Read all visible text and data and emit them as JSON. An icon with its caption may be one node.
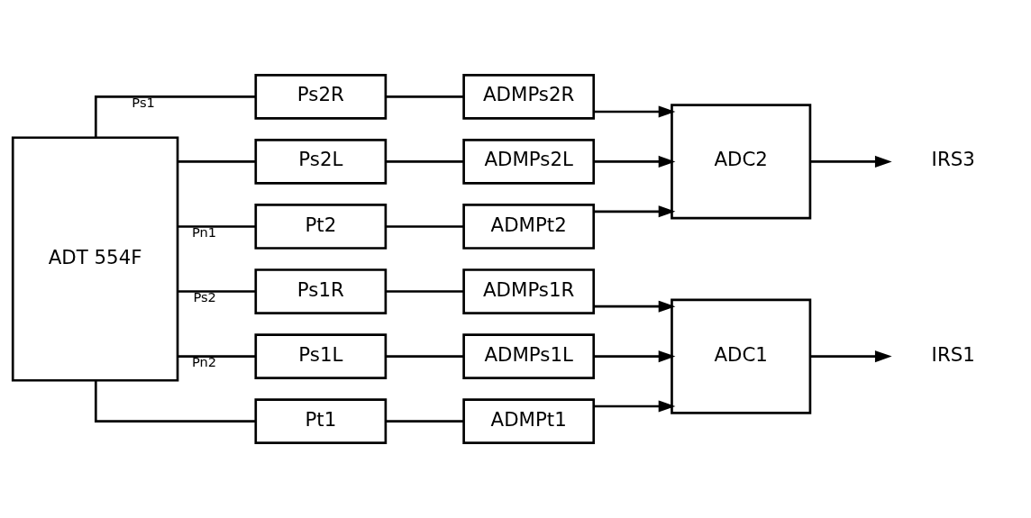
{
  "diagram": {
    "nodes": [
      {
        "text": [
          "ADT 554F"
        ]
      },
      {
        "text": [
          "Ps2R"
        ]
      },
      {
        "text": [
          "ADMPs2R"
        ]
      },
      {
        "text": [
          "Ps2L"
        ]
      },
      {
        "text": [
          "ADMPs2L"
        ]
      },
      {
        "text": [
          "Pt2"
        ]
      },
      {
        "text": [
          "ADMPt2"
        ]
      },
      {
        "text": [
          "ADC2"
        ]
      },
      {
        "text": [
          "Ps1R"
        ]
      },
      {
        "text": [
          "ADMPs1R"
        ]
      },
      {
        "text": [
          "Ps1L"
        ]
      },
      {
        "text": [
          "ADMPs1L"
        ]
      },
      {
        "text": [
          "Pt1"
        ]
      },
      {
        "text": [
          "ADMPt1"
        ]
      },
      {
        "text": [
          "ADC1"
        ]
      },
      {
        "text": [
          "IRS3"
        ]
      },
      {
        "text": [
          "IRS1"
        ]
      }
    ],
    "edges": [
      {
        "from": 0,
        "to": 1,
        "arrow": "none",
        "label": "Ps1"
      },
      {
        "from": 0,
        "to": 3,
        "arrow": "none"
      },
      {
        "from": 0,
        "to": 5,
        "arrow": "none",
        "label": "Pn1"
      },
      {
        "from": 0,
        "to": 8,
        "arrow": "none",
        "label": "Ps2"
      },
      {
        "from": 0,
        "to": 10,
        "arrow": "none",
        "label": "Pn2"
      },
      {
        "from": 0,
        "to": 12,
        "arrow": "none"
      },
      {
        "from": 1,
        "to": 2,
        "arrow": "none"
      },
      {
        "from": 3,
        "to": 4,
        "arrow": "none"
      },
      {
        "from": 5,
        "to": 6,
        "arrow": "none"
      },
      {
        "from": 8,
        "to": 9,
        "arrow": "none"
      },
      {
        "from": 10,
        "to": 11,
        "arrow": "none"
      },
      {
        "from": 12,
        "to": 13,
        "arrow": "none"
      },
      {
        "from": 2,
        "to": 7,
        "arrow": "to"
      },
      {
        "from": 4,
        "to": 7,
        "arrow": "to"
      },
      {
        "from": 6,
        "to": 7,
        "arrow": "to"
      },
      {
        "from": 9,
        "to": 14,
        "arrow": "to"
      },
      {
        "from": 11,
        "to": 14,
        "arrow": "to"
      },
      {
        "from": 13,
        "to": 14,
        "arrow": "to"
      },
      {
        "from": 7,
        "to": 15,
        "arrow": "to"
      },
      {
        "from": 14,
        "to": 16,
        "arrow": "to"
      }
    ]
  }
}
